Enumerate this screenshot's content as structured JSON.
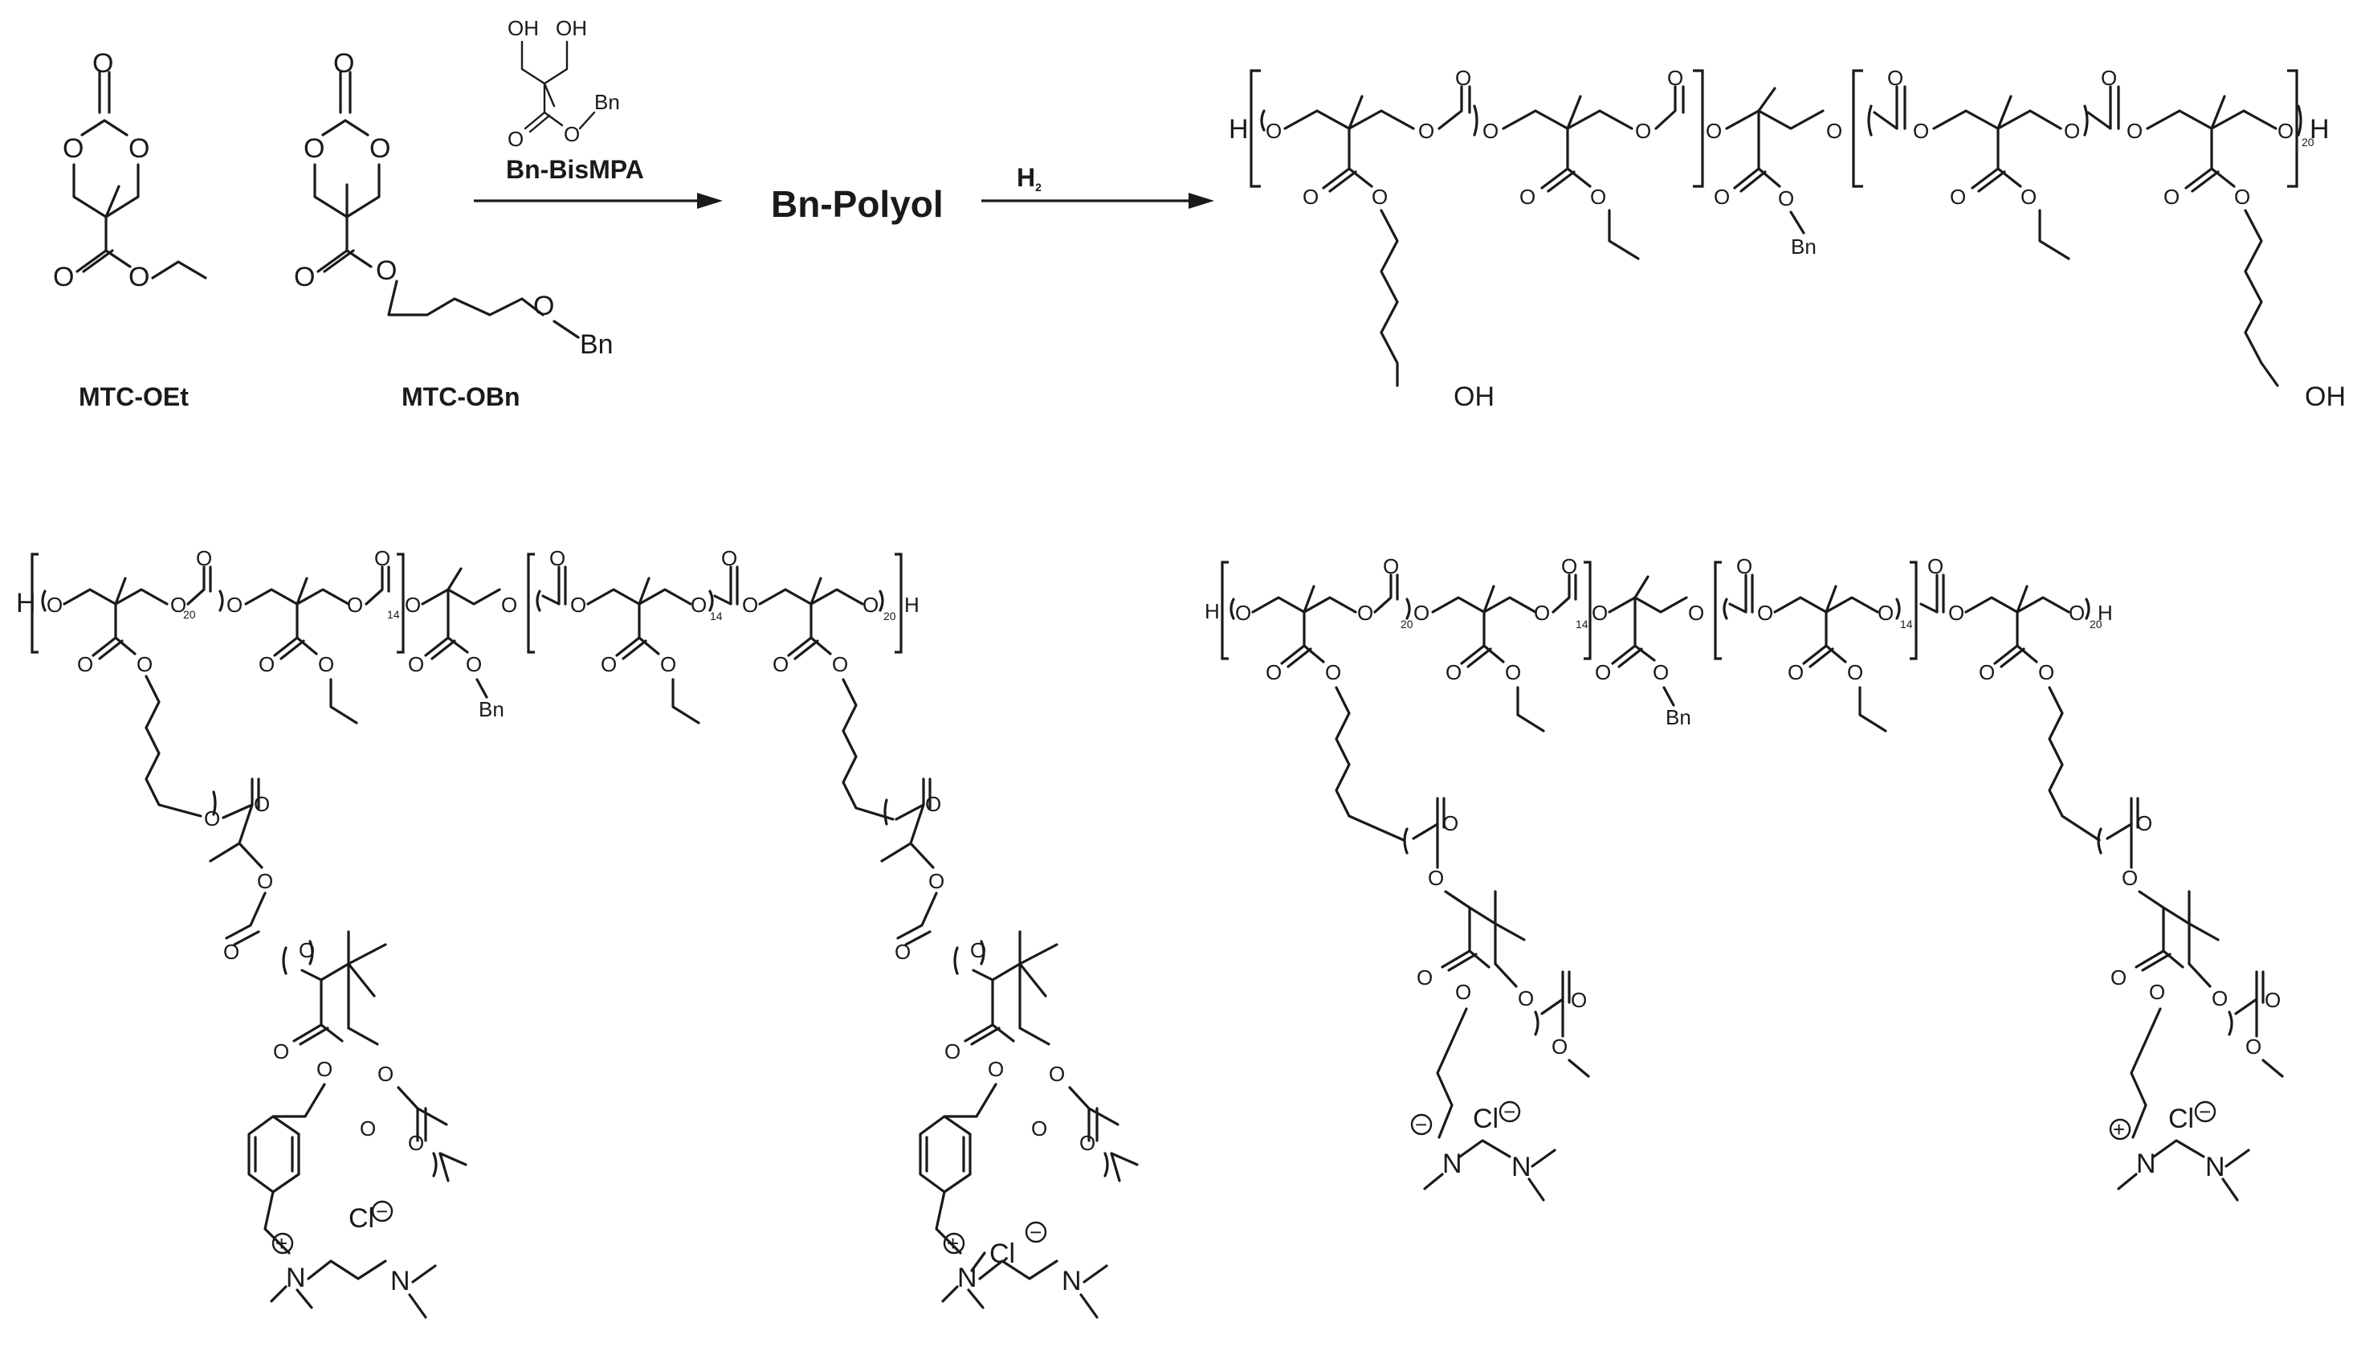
{
  "monomers": {
    "mtc_oet_label": "MTC-OEt",
    "mtc_obn_label": "MTC-OBn"
  },
  "reagents": {
    "bn_bismpa_label": "Bn-BisMPA",
    "h2_label": "H",
    "h2_subscript": "2",
    "bn_polyol_label": "Bn-Polyol"
  },
  "atoms": {
    "O": "O",
    "OH": "OH",
    "H": "H",
    "Bn": "Bn",
    "N": "N",
    "Cl": "Cl"
  },
  "subscripts": {
    "n20": "20",
    "n14": "14"
  },
  "charges": {
    "plus": "+",
    "minus": "−"
  },
  "colors": {
    "ink": "#1a1a1a",
    "background": "#ffffff"
  }
}
